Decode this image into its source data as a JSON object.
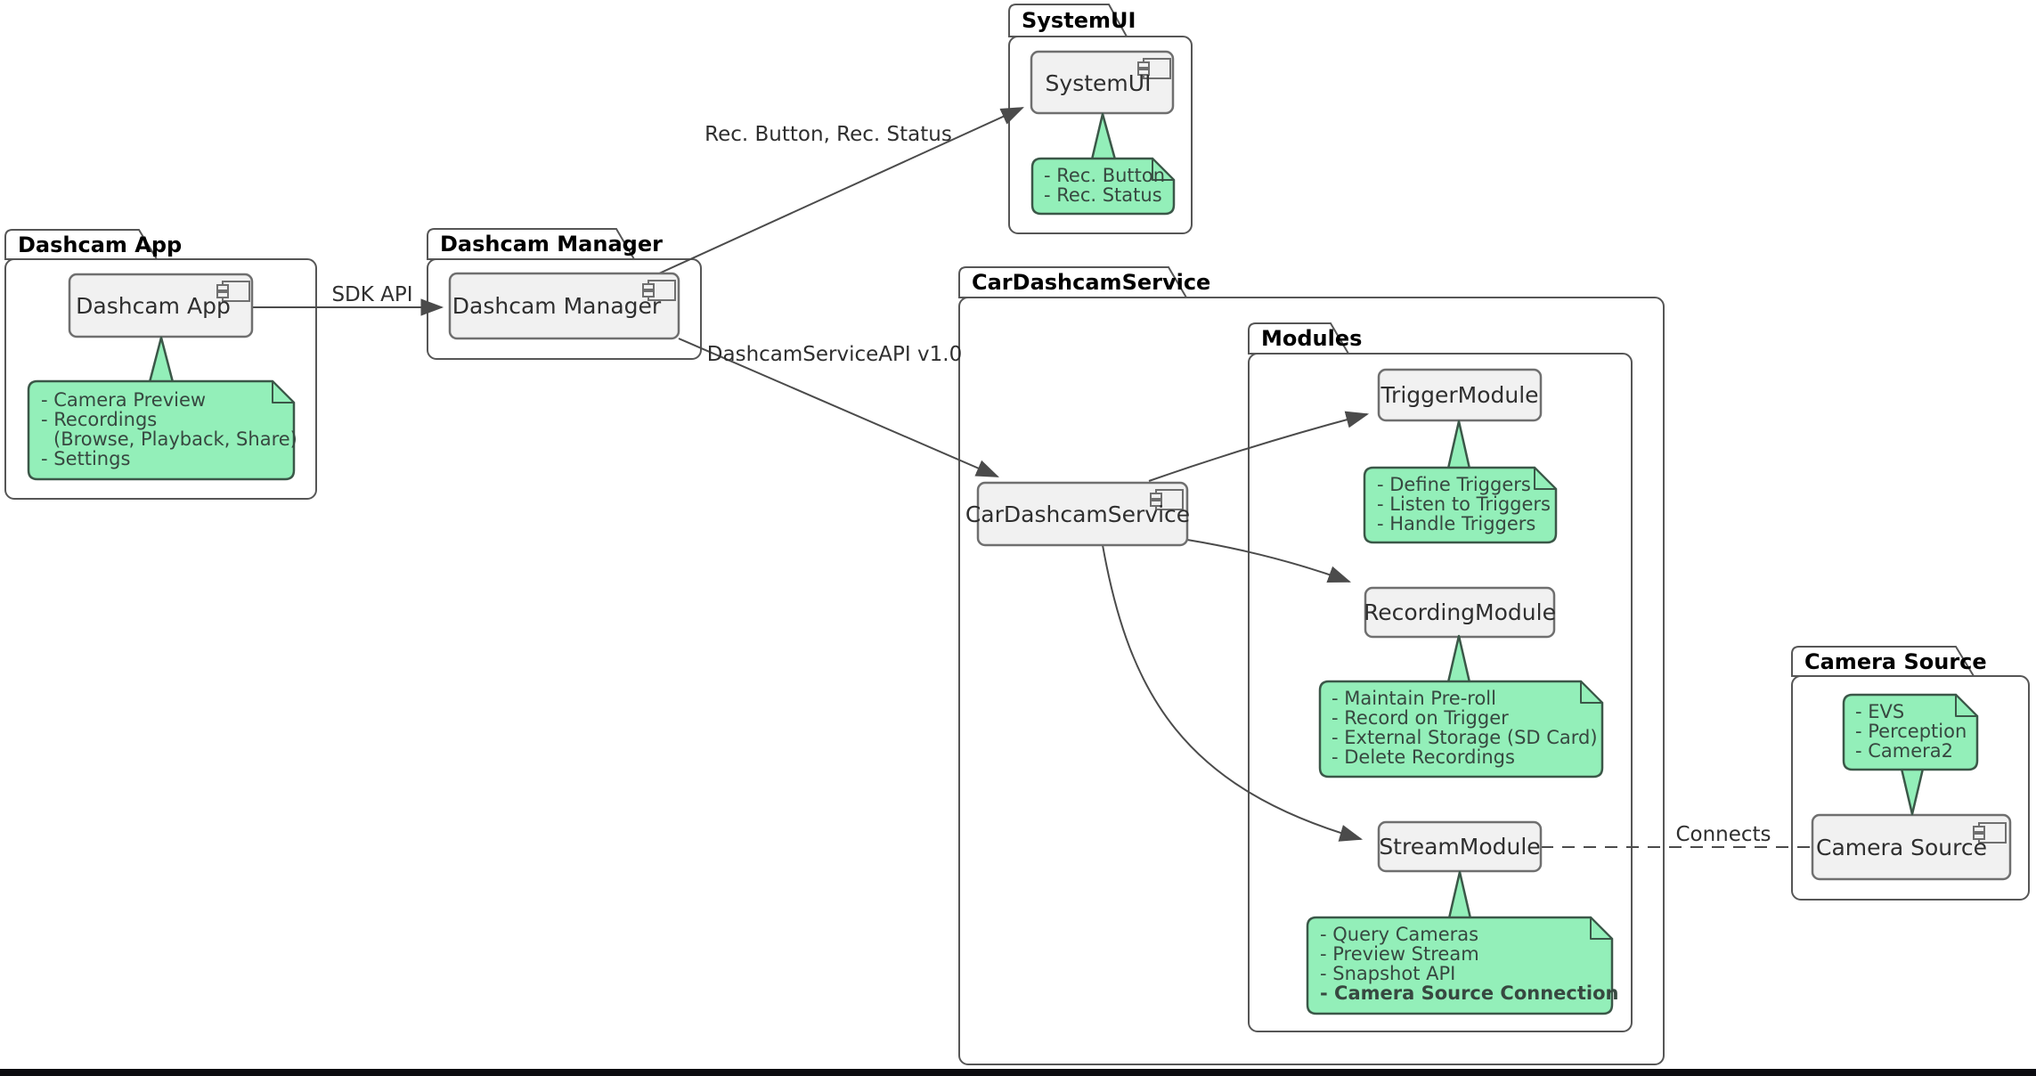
{
  "colors": {
    "note_fill": "#93EFB9",
    "note_border": "#3B5748",
    "note_text": "#374840",
    "comp_fill": "#F1F1F1",
    "comp_border": "#6F6F6F",
    "pkg_border": "#565656",
    "line": "#4B4B4B",
    "text": "#2F2F2F"
  },
  "packages": {
    "dashcam_app": {
      "label": "Dashcam App"
    },
    "dashcam_manager": {
      "label": "Dashcam Manager"
    },
    "systemui": {
      "label": "SystemUI"
    },
    "car_dashcam_service": {
      "label": "CarDashcamService"
    },
    "modules": {
      "label": "Modules"
    },
    "camera_source": {
      "label": "Camera Source"
    }
  },
  "components": {
    "dashcam_app": {
      "label": "Dashcam App"
    },
    "dashcam_manager": {
      "label": "Dashcam Manager"
    },
    "systemui": {
      "label": "SystemUI"
    },
    "car_dashcam_service": {
      "label": "CarDashcamService"
    },
    "trigger_module": {
      "label": "TriggerModule"
    },
    "recording_module": {
      "label": "RecordingModule"
    },
    "stream_module": {
      "label": "StreamModule"
    },
    "camera_source": {
      "label": "Camera Source"
    }
  },
  "notes": {
    "dashcam_app": {
      "lines": [
        "- Camera Preview",
        "- Recordings",
        "(Browse, Playback, Share)",
        "- Settings"
      ]
    },
    "systemui": {
      "lines": [
        "- Rec. Button",
        "- Rec. Status"
      ]
    },
    "trigger": {
      "lines": [
        "- Define Triggers",
        "- Listen to Triggers",
        "- Handle Triggers"
      ]
    },
    "recording": {
      "lines": [
        "- Maintain Pre-roll",
        "- Record on Trigger",
        "- External Storage (SD Card)",
        "- Delete Recordings"
      ]
    },
    "stream": {
      "lines": [
        "- Query Cameras",
        "- Preview Stream",
        "- Snapshot API",
        "- Camera Source Connection"
      ]
    },
    "camera_source": {
      "lines": [
        "- EVS",
        "- Perception",
        "- Camera2"
      ]
    }
  },
  "edges": {
    "sdk_api": {
      "label": "SDK API"
    },
    "rec_button_status": {
      "label": "Rec. Button, Rec. Status"
    },
    "dashcam_service_api": {
      "label": "DashcamServiceAPI v1.0"
    },
    "connects": {
      "label": "Connects"
    }
  }
}
